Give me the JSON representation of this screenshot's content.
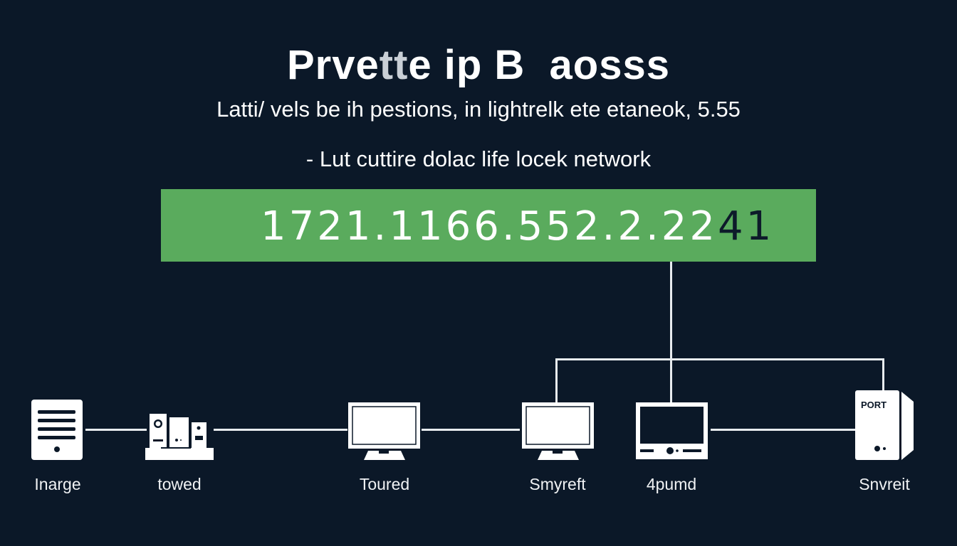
{
  "title": {
    "part1": "Prve",
    "part2": "tt",
    "part3": "e ip B  aosss"
  },
  "subtitle": "Latti/ vels be ih pestions,  in lightrelk ete etaneok, 5.55",
  "tagline": "- Lut cuttire dolac life  locek network",
  "ip_address": {
    "main": "1721.1166.552.2.22",
    "highlight": "41"
  },
  "accent_color": "#5aab5d",
  "devices": [
    {
      "label": "Inarge",
      "icon": "server-icon"
    },
    {
      "label": "towed",
      "icon": "desktop-towers-icon"
    },
    {
      "label": "Toured",
      "icon": "monitor-icon"
    },
    {
      "label": "Smyreft",
      "icon": "monitor-icon"
    },
    {
      "label": "4pumd",
      "icon": "display-device-icon"
    },
    {
      "label": "Snvreit",
      "icon": "port-server-icon",
      "badge": "PORT"
    }
  ]
}
